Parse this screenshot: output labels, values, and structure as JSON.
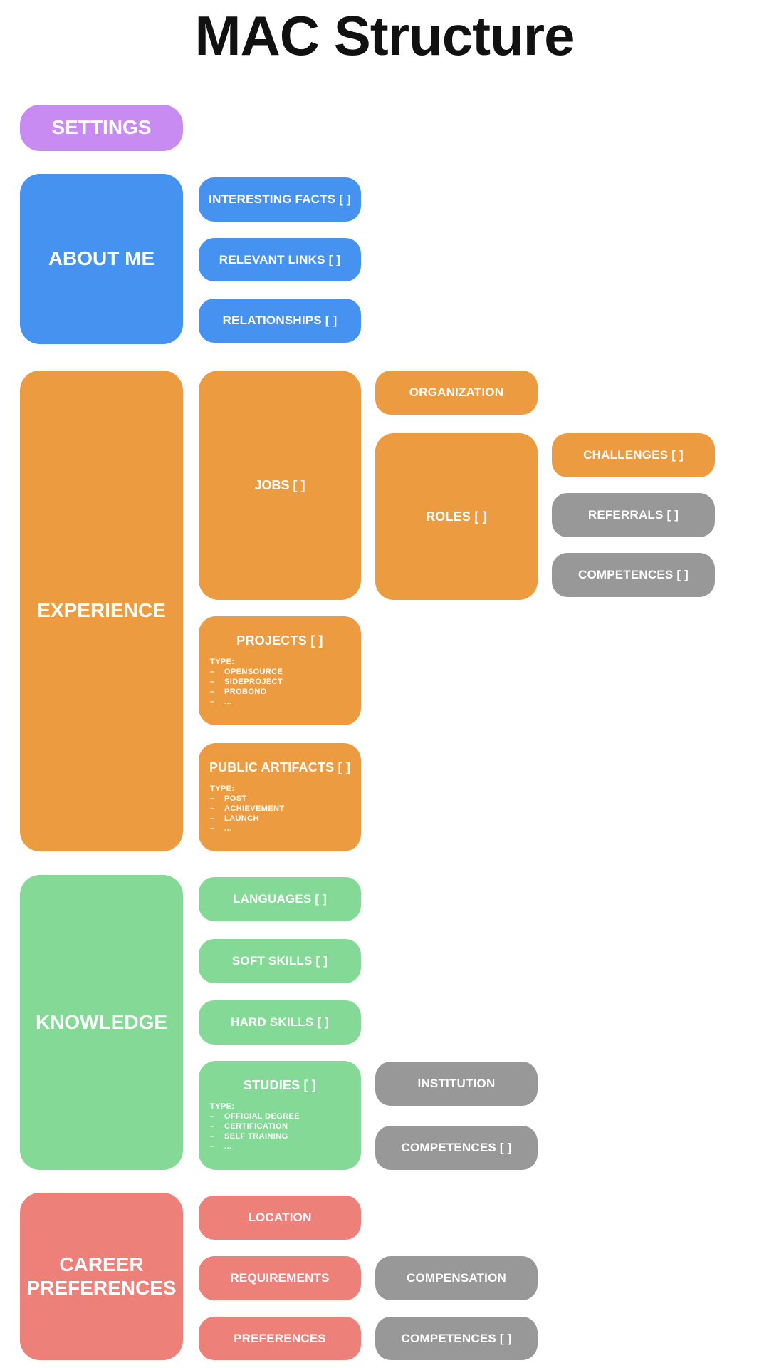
{
  "title": "MAC Structure",
  "palette": {
    "purple": "#c88bf2",
    "blue": "#4592f0",
    "orange": "#ed9b40",
    "green": "#85d996",
    "red": "#ee807a",
    "gray": "#989898",
    "node_text": "#ffffff",
    "title_text": "#111111",
    "background": "#ffffff"
  },
  "nodes": {
    "settings": {
      "label": "SETTINGS"
    },
    "about_me": {
      "label": "ABOUT ME"
    },
    "interesting_facts": {
      "label": "INTERESTING FACTS [ ]"
    },
    "relevant_links": {
      "label": "RELEVANT LINKS [ ]"
    },
    "relationships": {
      "label": "RELATIONSHIPS [ ]"
    },
    "experience": {
      "label": "EXPERIENCE"
    },
    "jobs": {
      "label": "JOBS [ ]"
    },
    "organization": {
      "label": "ORGANIZATION"
    },
    "roles": {
      "label": "ROLES [ ]"
    },
    "challenges": {
      "label": "CHALLENGES [ ]"
    },
    "referrals": {
      "label": "REFERRALS [ ]"
    },
    "competences_roles": {
      "label": "COMPETENCES [ ]"
    },
    "projects": {
      "label": "PROJECTS [ ]",
      "type_heading": "TYPE:",
      "types": [
        "OPENSOURCE",
        "SIDEPROJECT",
        "PROBONO",
        "..."
      ]
    },
    "public_artifacts": {
      "label": "PUBLIC ARTIFACTS [ ]",
      "type_heading": "TYPE:",
      "types": [
        "POST",
        "ACHIEVEMENT",
        "LAUNCH",
        "..."
      ]
    },
    "knowledge": {
      "label": "KNOWLEDGE"
    },
    "languages": {
      "label": "LANGUAGES [ ]"
    },
    "soft_skills": {
      "label": "SOFT SKILLS [ ]"
    },
    "hard_skills": {
      "label": "HARD SKILLS [ ]"
    },
    "studies": {
      "label": "STUDIES [ ]",
      "type_heading": "TYPE:",
      "types": [
        "OFFICIAL DEGREE",
        "CERTIFICATION",
        "SELF TRAINING",
        "..."
      ]
    },
    "institution": {
      "label": "INSTITUTION"
    },
    "competences_studies": {
      "label": "COMPETENCES [ ]"
    },
    "career_preferences": {
      "label": "CAREER PREFERENCES"
    },
    "location": {
      "label": "LOCATION"
    },
    "requirements": {
      "label": "REQUIREMENTS"
    },
    "preferences": {
      "label": "PREFERENCES"
    },
    "compensation": {
      "label": "COMPENSATION"
    },
    "competences_career": {
      "label": "COMPETENCES [ ]"
    }
  }
}
